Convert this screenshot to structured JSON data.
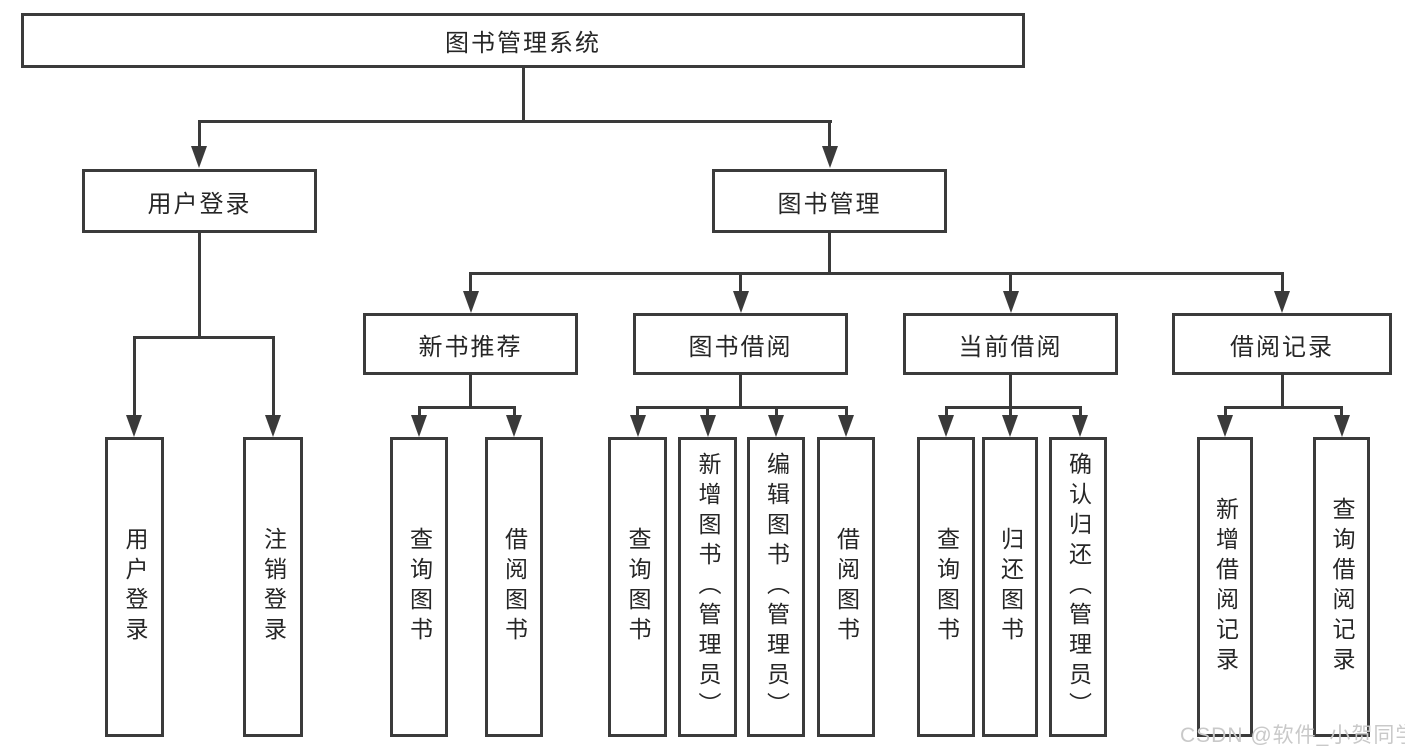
{
  "title": "图书管理系统",
  "nodes": {
    "user_login": "用户登录",
    "book_mgmt": "图书管理",
    "new_book_rec": "新书推荐",
    "book_borrow": "图书借阅",
    "current_borrow": "当前借阅",
    "borrow_record": "借阅记录",
    "ul_user_login": "用户登录",
    "ul_logout": "注销登录",
    "nbr_query": "查询图书",
    "nbr_borrow": "借阅图书",
    "bb_query": "查询图书",
    "bb_add": "新增图书（管理员）",
    "bb_edit": "编辑图书（管理员）",
    "bb_borrow": "借阅图书",
    "cb_query": "查询图书",
    "cb_return": "归还图书",
    "cb_confirm": "确认归还（管理员）",
    "br_add": "新增借阅记录",
    "br_query": "查询借阅记录"
  },
  "hierarchy": {
    "图书管理系统": {
      "用户登录": [
        "用户登录",
        "注销登录"
      ],
      "图书管理": {
        "新书推荐": [
          "查询图书",
          "借阅图书"
        ],
        "图书借阅": [
          "查询图书",
          "新增图书（管理员）",
          "编辑图书（管理员）",
          "借阅图书"
        ],
        "当前借阅": [
          "查询图书",
          "归还图书",
          "确认归还（管理员）"
        ],
        "借阅记录": [
          "新增借阅记录",
          "查询借阅记录"
        ]
      }
    }
  },
  "watermark": "CSDN @软件_小贺同学",
  "colors": {
    "line": "#3a3a3a",
    "border": "#3b3b3b",
    "text": "#262626",
    "watermark": "#c9c9c9",
    "background": "#ffffff"
  }
}
